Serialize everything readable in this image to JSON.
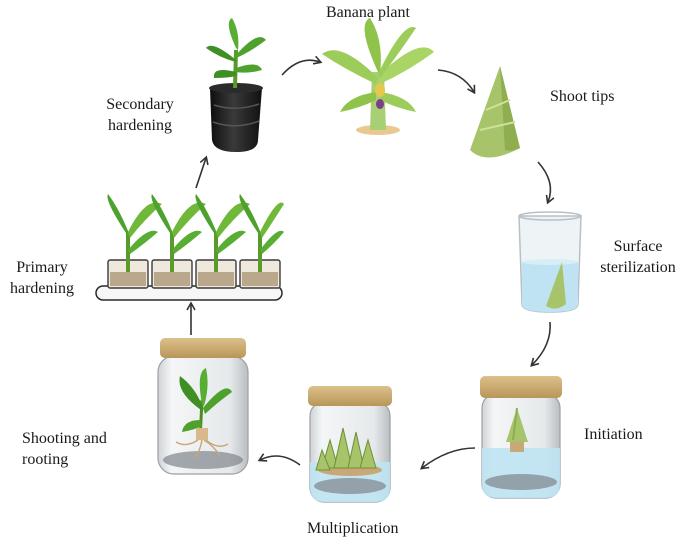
{
  "stages": {
    "banana_plant": "Banana plant",
    "shoot_tips": "Shoot tips",
    "surface_sterilization": [
      "Surface",
      "sterilization"
    ],
    "initiation": "Initiation",
    "multiplication": "Multiplication",
    "shooting_rooting": [
      "Shooting and",
      "rooting"
    ],
    "primary_hardening": [
      "Primary",
      "hardening"
    ],
    "secondary_hardening": [
      "Secondary",
      "hardening"
    ]
  },
  "colors": {
    "leaf": "#7fbf3a",
    "leaf_dark": "#4e8d23",
    "shoot": "#a7c46a",
    "lid": "#cdae72",
    "water": "#bfe3f2",
    "pot": "#1f1f1f",
    "arrow": "#333333"
  }
}
